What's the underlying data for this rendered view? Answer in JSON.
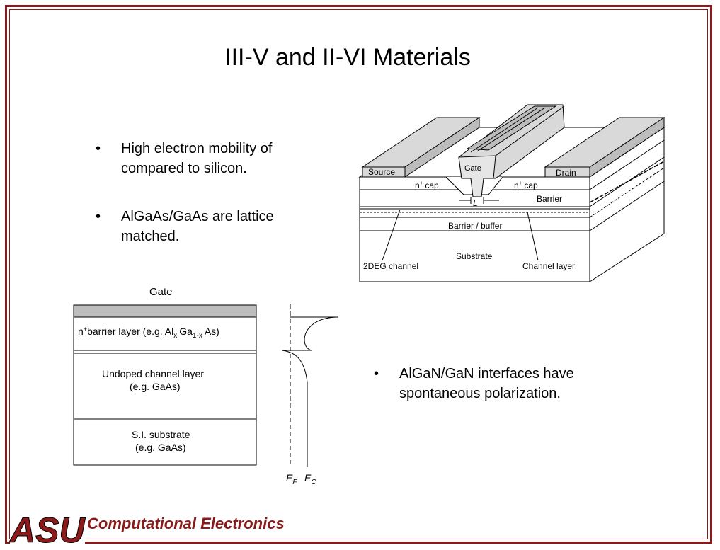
{
  "slide": {
    "title": "III-V and II-VI Materials",
    "bullets": [
      {
        "marker": "•",
        "text": "High electron mobility of compared to silicon."
      },
      {
        "marker": "•",
        "text": "AlGaAs/GaAs are lattice matched."
      },
      {
        "marker": "•",
        "text": "AlGaN/GaN interfaces have spontaneous polarization."
      }
    ],
    "footer": "Computational Electronics",
    "logo_text": "ASU",
    "colors": {
      "accent": "#8b1a1a",
      "gray": "#bdbdbd"
    }
  },
  "hemt_diagram": {
    "source": "Source",
    "drain": "Drain",
    "gate": "Gate",
    "n_cap_left": "n",
    "n_cap_right": "n",
    "plus": "+",
    "cap": "cap",
    "barrier": "Barrier",
    "gate_length": "L",
    "barrier_buffer": "Barrier / buffer",
    "substrate": "Substrate",
    "channel_2deg": "2DEG channel",
    "channel_layer": "Channel layer"
  },
  "band_diagram": {
    "gate": "Gate",
    "barrier_layer": {
      "prefix": "n",
      "plus": "+",
      "text": "barrier layer (e.g. Al",
      "sub_x": "x",
      "ga": "Ga",
      "sub_1x": "1-x",
      "as": "As)"
    },
    "channel_layer": "Undoped channel layer",
    "channel_eg": "(e.g. GaAs)",
    "substrate": "S.I. substrate",
    "substrate_eg": "(e.g. GaAs)",
    "ef": "E",
    "ef_sub": "F",
    "ec": "E",
    "ec_sub": "C"
  }
}
